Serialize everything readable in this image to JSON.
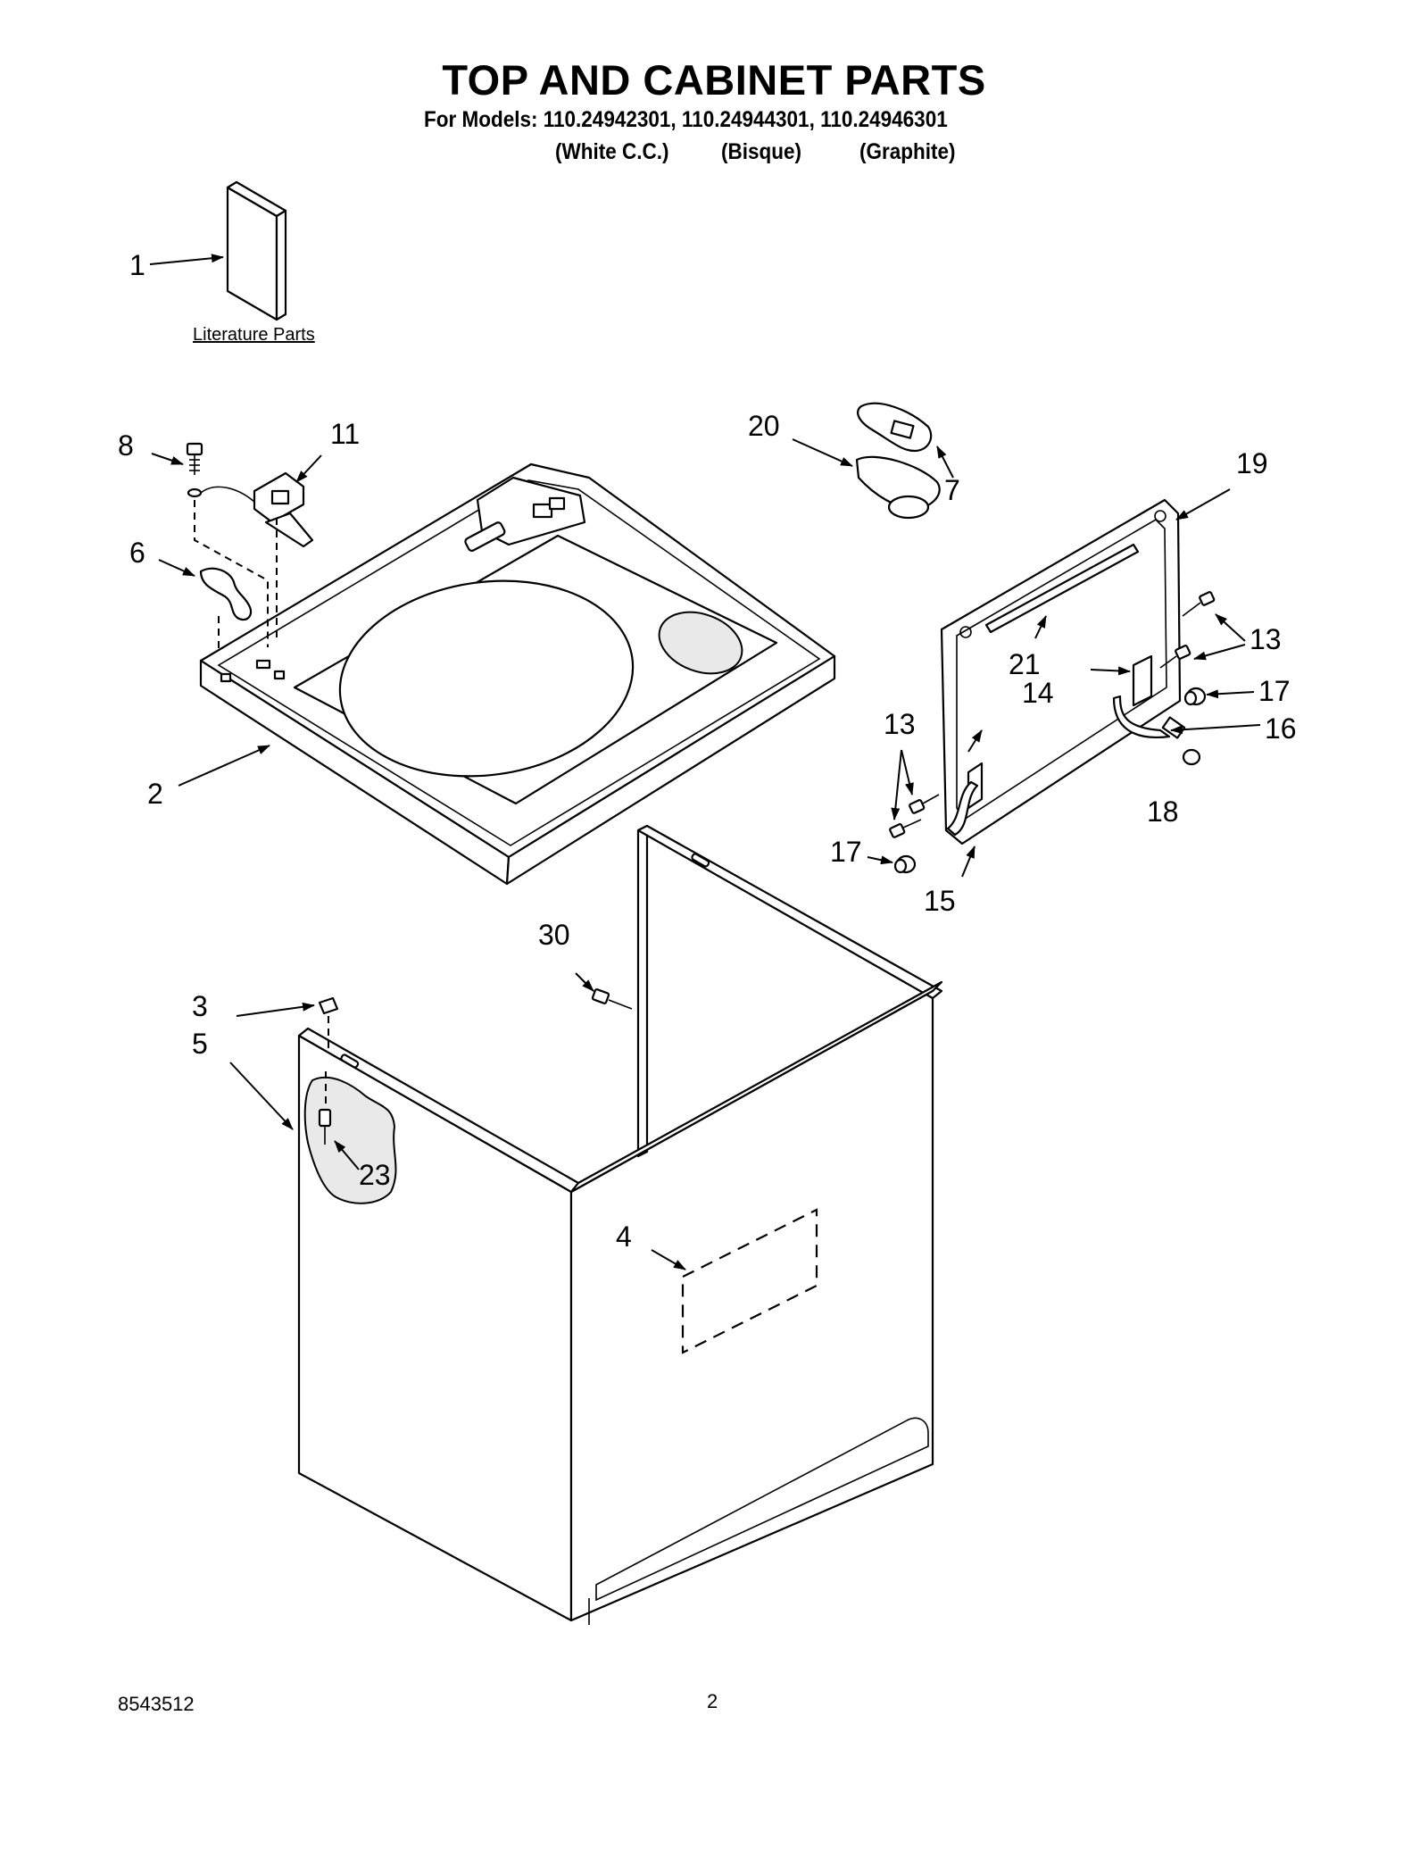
{
  "header": {
    "title": "TOP AND CABINET PARTS",
    "models_line": "For Models: 110.24942301, 110.24944301, 110.24946301",
    "variants": [
      "(White C.C.)",
      "(Bisque)",
      "(Graphite)"
    ]
  },
  "literature_label": "Literature Parts",
  "callouts": {
    "c1": "1",
    "c2": "2",
    "c3": "3",
    "c4": "4",
    "c5": "5",
    "c6": "6",
    "c7": "7",
    "c8": "8",
    "c11": "11",
    "c13a": "13",
    "c13b": "13",
    "c14": "14",
    "c15": "15",
    "c16": "16",
    "c17a": "17",
    "c17b": "17",
    "c18": "18",
    "c19": "19",
    "c20": "20",
    "c21": "21",
    "c23": "23",
    "c30": "30"
  },
  "footer": {
    "doc_number": "8543512",
    "page_number": "2"
  }
}
